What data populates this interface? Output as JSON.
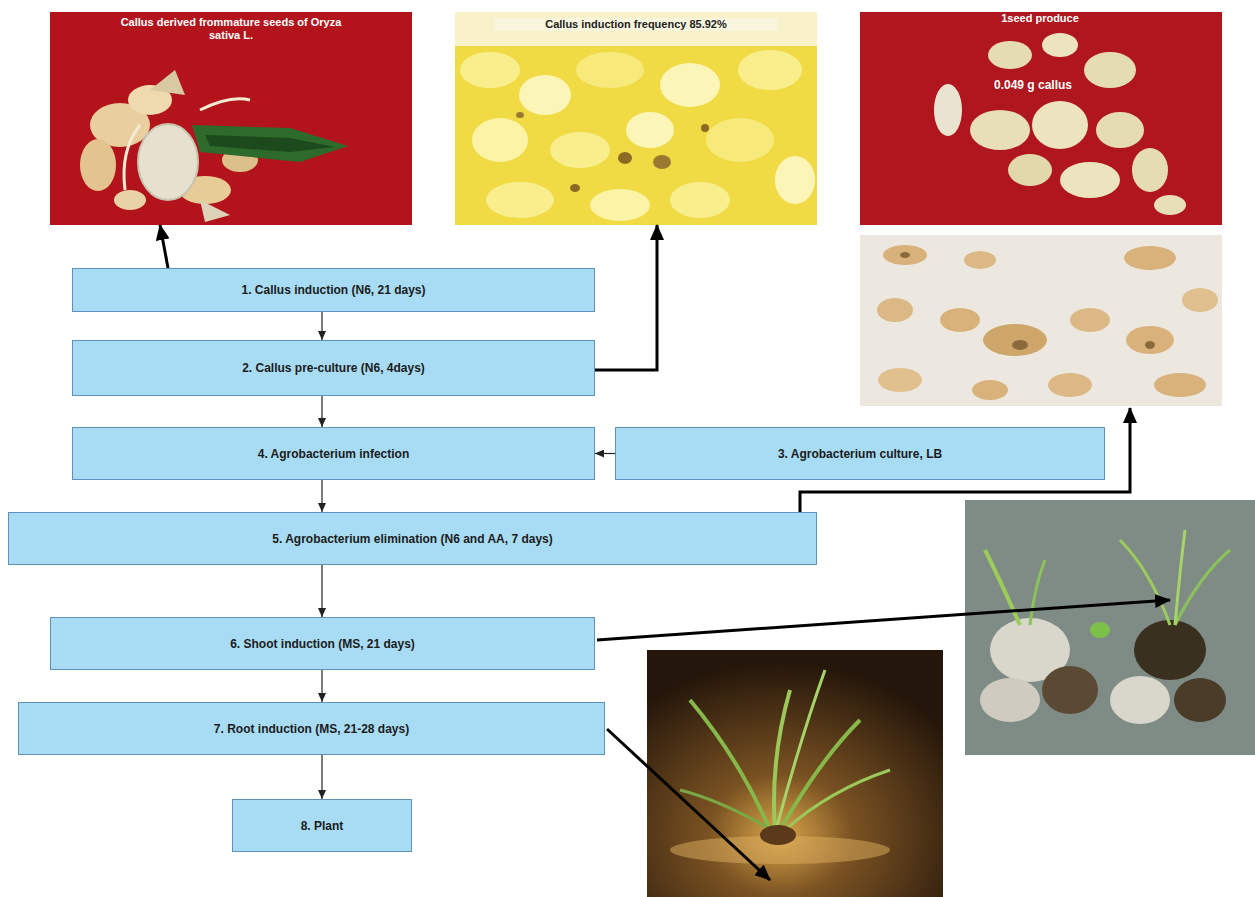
{
  "diagram": {
    "nodes": [
      {
        "text": [
          "Callus derived frommature seeds of Oryza sativa L."
        ]
      },
      {
        "text": [
          "Callus induction frequency 85.92%"
        ]
      },
      {
        "text": [
          "1seed produce",
          "0.049 g callus"
        ]
      },
      {
        "text": [
          "1. Callus induction (N6, 21 days)"
        ]
      },
      {
        "text": [
          "2. Callus pre-culture (N6, 4days)"
        ]
      },
      {
        "text": [
          "3. Agrobacterium culture, LB"
        ]
      },
      {
        "text": [
          "4. Agrobacterium infection"
        ]
      },
      {
        "text": [
          "5. Agrobacterium elimination (N6 and AA, 7 days)"
        ]
      },
      {
        "text": [
          "6. Shoot induction (MS, 21 days)"
        ]
      },
      {
        "text": [
          "7. Root induction (MS, 21-28 days)"
        ]
      },
      {
        "text": [
          "8. Plant"
        ]
      }
    ],
    "edges": [
      {
        "from": 3,
        "to": 0,
        "arrow": "to"
      },
      {
        "from": 4,
        "to": 1,
        "arrow": "to"
      },
      {
        "from": 3,
        "to": 4,
        "arrow": "to"
      },
      {
        "from": 4,
        "to": 6,
        "arrow": "to"
      },
      {
        "from": 5,
        "to": 6,
        "arrow": "to"
      },
      {
        "from": 6,
        "to": 7,
        "arrow": "to"
      },
      {
        "from": 7,
        "to": 8,
        "arrow": "to"
      },
      {
        "from": 8,
        "to": 9,
        "arrow": "to"
      },
      {
        "from": 9,
        "to": 10,
        "arrow": "to"
      }
    ]
  }
}
